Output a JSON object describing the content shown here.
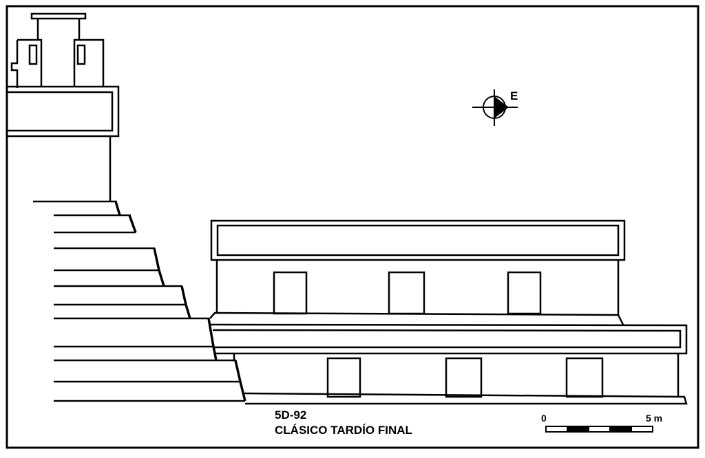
{
  "structure": {
    "code": "5D-92",
    "period": "CLÁSICO TARDÍO FINAL"
  },
  "compass": {
    "direction_label": "E"
  },
  "scale_bar": {
    "start_label": "0",
    "end_label": "5 m",
    "segments": 5
  }
}
